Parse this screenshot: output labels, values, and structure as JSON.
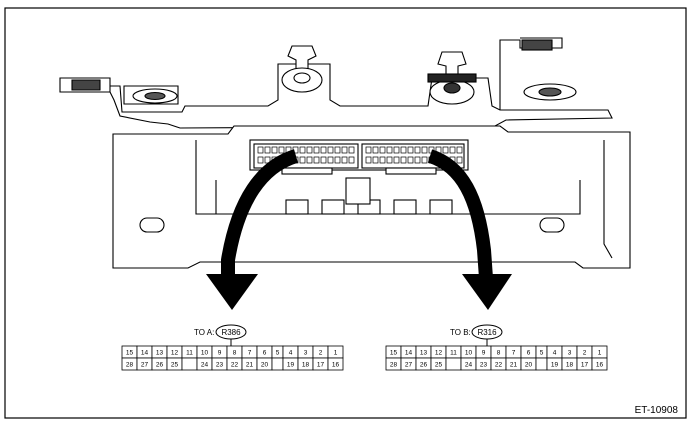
{
  "figure_id": "ET-10908",
  "connectors": [
    {
      "prefix": "TO A:",
      "code": "R386",
      "top_row": [
        "15",
        "14",
        "13",
        "12",
        "11",
        "10",
        "9",
        "8",
        "7",
        "6",
        "5",
        "4",
        "3",
        "2",
        "1"
      ],
      "bottom_row": [
        "28",
        "27",
        "26",
        "25",
        "",
        "24",
        "23",
        "22",
        "21",
        "20",
        "",
        "19",
        "18",
        "17",
        "16"
      ]
    },
    {
      "prefix": "TO B:",
      "code": "R316",
      "top_row": [
        "15",
        "14",
        "13",
        "12",
        "11",
        "10",
        "9",
        "8",
        "7",
        "6",
        "5",
        "4",
        "3",
        "2",
        "1"
      ],
      "bottom_row": [
        "28",
        "27",
        "26",
        "25",
        "",
        "24",
        "23",
        "22",
        "21",
        "20",
        "",
        "19",
        "18",
        "17",
        "16"
      ]
    }
  ]
}
